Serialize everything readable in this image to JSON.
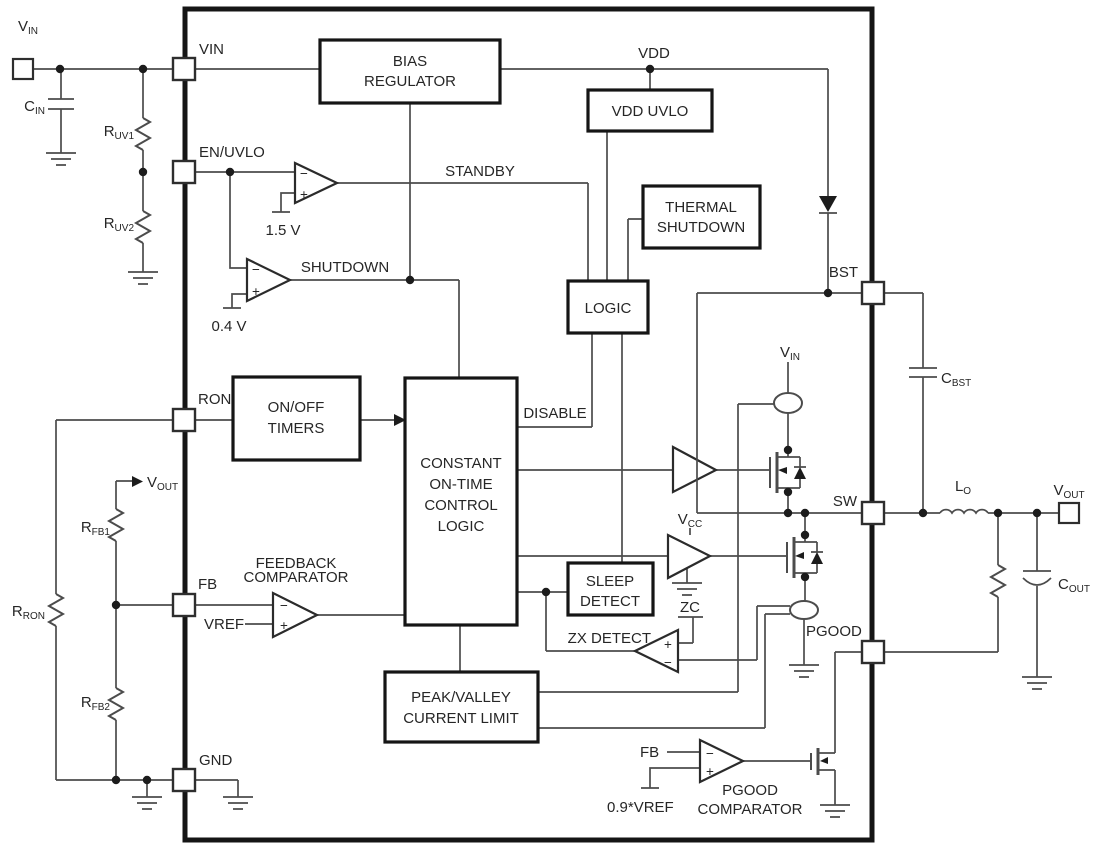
{
  "colors": {
    "background": "#ffffff",
    "wire": "#4c4c4c",
    "outline": "#151515",
    "text": "#262626"
  },
  "ic": {
    "pins": {
      "vin": "VIN",
      "en_uvlo": "EN/UVLO",
      "ron": "RON",
      "fb": "FB",
      "gnd": "GND",
      "bst": "BST",
      "sw": "SW",
      "pgood": "PGOOD"
    },
    "nets": {
      "vdd": "VDD",
      "standby": "STANDBY",
      "shutdown": "SHUTDOWN",
      "disable": "DISABLE",
      "zc": "ZC",
      "vref": "VREF",
      "fb": "FB",
      "pgood_ref": "0.9*VREF",
      "vin": {
        "main": "V",
        "sub": "IN"
      },
      "vcc": {
        "main": "V",
        "sub": "CC"
      }
    },
    "refs": {
      "v1_5": "1.5 V",
      "v0_4": "0.4 V"
    },
    "blocks": {
      "bias_regulator": {
        "line1": "BIAS",
        "line2": "REGULATOR"
      },
      "vdd_uvlo": {
        "line1": "VDD UVLO"
      },
      "thermal_shutdown": {
        "line1": "THERMAL",
        "line2": "SHUTDOWN"
      },
      "logic": {
        "line1": "LOGIC"
      },
      "on_off_timers": {
        "line1": "ON/OFF",
        "line2": "TIMERS"
      },
      "cot_logic": {
        "line1": "CONSTANT",
        "line2": "ON-TIME",
        "line3": "CONTROL",
        "line4": "LOGIC"
      },
      "sleep_detect": {
        "line1": "SLEEP",
        "line2": "DETECT"
      },
      "peak_valley": {
        "line1": "PEAK/VALLEY",
        "line2": "CURRENT LIMIT"
      }
    },
    "comparators": {
      "feedback": {
        "line1": "FEEDBACK",
        "line2": "COMPARATOR"
      },
      "zx_detect": {
        "line1": "ZX DETECT"
      },
      "pgood": {
        "line1": "PGOOD",
        "line2": "COMPARATOR"
      },
      "plus": "+",
      "minus": "−"
    }
  },
  "external": {
    "terminals": {
      "vin": {
        "main": "V",
        "sub": "IN"
      },
      "vout": {
        "main": "V",
        "sub": "OUT"
      }
    },
    "components": {
      "cin": {
        "main": "C",
        "sub": "IN"
      },
      "ruv1": {
        "main": "R",
        "sub": "UV1"
      },
      "ruv2": {
        "main": "R",
        "sub": "UV2"
      },
      "rron": {
        "main": "R",
        "sub": "RON"
      },
      "rfb1": {
        "main": "R",
        "sub": "FB1"
      },
      "rfb2": {
        "main": "R",
        "sub": "FB2"
      },
      "lo": {
        "main": "L",
        "sub": "O"
      },
      "cbst": {
        "main": "C",
        "sub": "BST"
      },
      "cout": {
        "main": "C",
        "sub": "OUT"
      }
    }
  }
}
